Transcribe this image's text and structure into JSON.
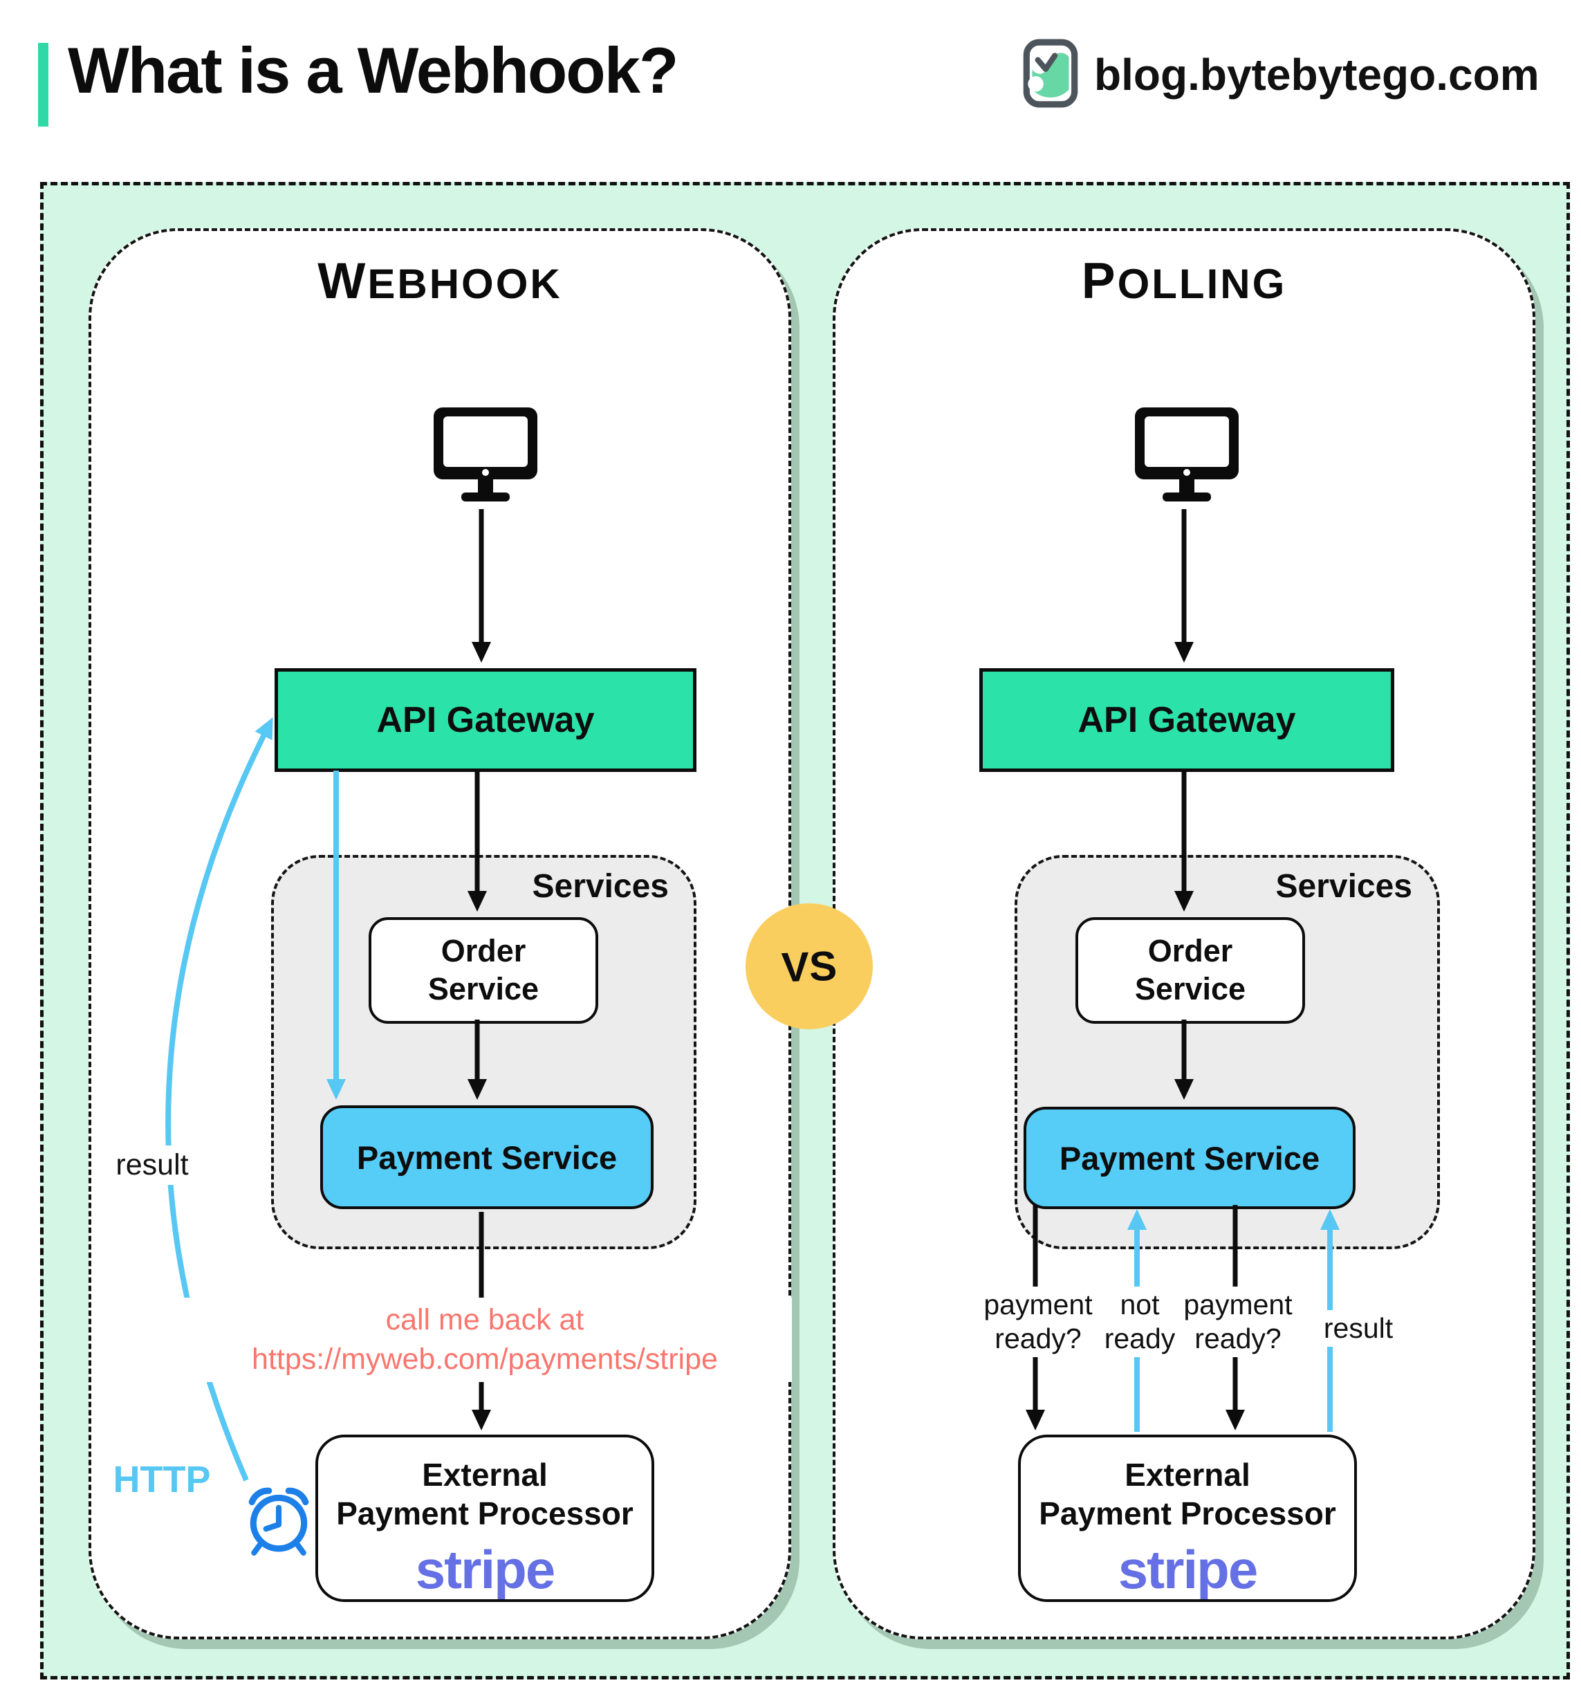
{
  "header": {
    "title": "What is a Webhook?",
    "brand": "blog.bytebytego.com"
  },
  "vs_label": "VS",
  "webhook": {
    "title": "Webhook",
    "api_gateway": "API Gateway",
    "services_label": "Services",
    "order_service": "Order\nService",
    "payment_service": "Payment Service",
    "callback_line1": "call me back at",
    "callback_line2": "https://myweb.com/payments/stripe",
    "external_line1": "External",
    "external_line2": "Payment Processor",
    "stripe": "stripe",
    "result_label": "result",
    "http_label": "HTTP"
  },
  "polling": {
    "title": "Polling",
    "api_gateway": "API Gateway",
    "services_label": "Services",
    "order_service": "Order\nService",
    "payment_service": "Payment Service",
    "external_line1": "External",
    "external_line2": "Payment Processor",
    "stripe": "stripe",
    "label_payment_ready_1": "payment\nready?",
    "label_not_ready": "not\nready",
    "label_payment_ready_2": "payment\nready?",
    "label_result": "result"
  },
  "colors": {
    "accent_teal": "#2fd9a7",
    "mint_background": "#d3f7e4",
    "gateway_green": "#2be3a9",
    "payment_blue": "#55cdf7",
    "services_gray": "#ececec",
    "arrow_blue": "#57c7f3",
    "callback_red": "#f9766e",
    "stripe_purple": "#6470e4",
    "vs_yellow": "#f9ce5f",
    "clock_blue": "#1d7fe8"
  }
}
